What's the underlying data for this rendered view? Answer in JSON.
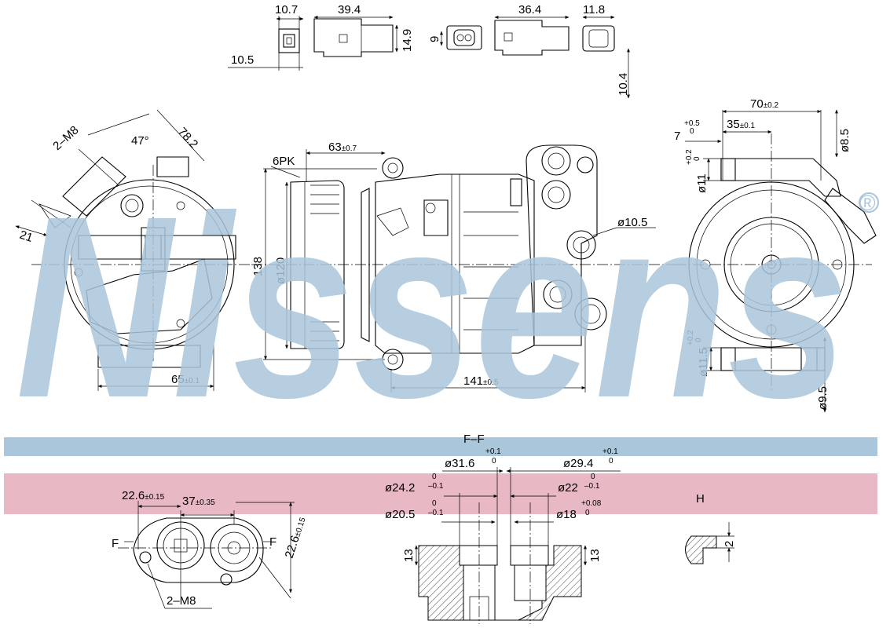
{
  "brand": {
    "watermark": "Nissens",
    "registered_mark": "®",
    "watermark_color": "#a9c6da"
  },
  "bands": {
    "section_label": "F–F",
    "section_band_color": "#a9c6da",
    "h_label": "H",
    "h_band_color": "#e8b8c4"
  },
  "connectors": {
    "c1_width": "10.7",
    "c1_pin": "10.5",
    "c2_length": "39.4",
    "c2_height": "14.9",
    "c3_height": "9",
    "c4_length": "36.4",
    "c5_width": "11.8",
    "c5_height": "10.4"
  },
  "front_view": {
    "thread": "2–M8",
    "angle": "47°",
    "diag_length": "78.2",
    "offset": "21",
    "width_value": "65",
    "width_tol": "±0.1"
  },
  "side_view": {
    "belt": "6PK",
    "pulley_offset_value": "63",
    "pulley_offset_tol": "±0.7",
    "total_height": "138",
    "pulley_dia": "ø120",
    "mount_hole": "ø10.5",
    "body_length_value": "141",
    "body_length_tol": "±0.5"
  },
  "rear_view": {
    "width_value": "70",
    "width_tol": "±0.2",
    "inner_value": "35",
    "inner_tol": "±0.1",
    "depth": "7",
    "depth_tol_upper": "+0.5",
    "depth_tol_lower": "0",
    "top_dia": "ø8.5",
    "upper_bore": "ø11",
    "upper_bore_tol_upper": "+0.2",
    "upper_bore_tol_lower": "0",
    "lower_bore": "ø11.5",
    "lower_bore_tol_upper": "+0.2",
    "lower_bore_tol_lower": "0",
    "lower_hole": "ø9.5"
  },
  "port_detail": {
    "distance_value": "22.6",
    "distance_tol": "±0.15",
    "spacing_value": "37",
    "spacing_tol": "±0.35",
    "diag_value": "22.6",
    "diag_tol": "±0.15",
    "thread": "2–M8",
    "section_mark": "F"
  },
  "section_ff": {
    "bore_left": "ø31.6",
    "bore_left_tol_upper": "+0.1",
    "bore_left_tol_lower": "0",
    "bore_right": "ø29.4",
    "bore_right_tol_upper": "+0.1",
    "bore_right_tol_lower": "0",
    "seat_left": "ø24.2",
    "seat_left_tol_upper": "0",
    "seat_left_tol_lower": "–0.1",
    "seat_right": "ø22",
    "seat_right_tol_upper": "0",
    "seat_right_tol_lower": "–0.1",
    "inner_left": "ø20.5",
    "inner_left_tol_upper": "0",
    "inner_left_tol_lower": "–0.1",
    "inner_right": "ø18",
    "inner_right_tol_upper": "+0.08",
    "inner_right_tol_lower": "0",
    "depth_left": "13",
    "depth_right": "13"
  },
  "detail_h": {
    "step": "2"
  }
}
